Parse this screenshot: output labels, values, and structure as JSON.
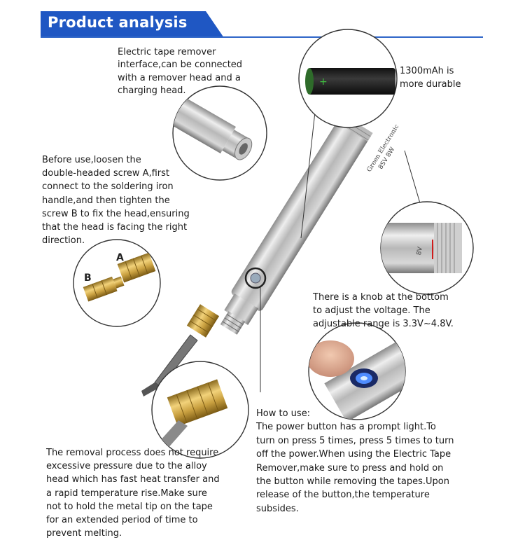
{
  "header": {
    "title": "Product analysis",
    "accent_color": "#1f57c3"
  },
  "annotations": {
    "interface_note": "Electric tape remover\ninterface,can be connected\nwith a remover head and a\ncharging head.",
    "battery_note": "1300mAh is\nmore durable",
    "before_use_note": "Before use,loosen the\ndouble-headed screw A,first\nconnect to the soldering iron\nhandle,and then tighten the\nscrew B to fix the head,ensuring\nthat the head is facing the right\ndirection.",
    "knob_note": "There is a knob at the bottom\nto adjust the voltage. The\nadjustable range is 3.3V~4.8V.",
    "how_to_use_note": "How to use:\nThe power button has a prompt light.To\nturn on press 5 times, press 5 times to turn\noff the power.When using the Electric Tape\nRemover,make sure to press and hold on\nthe button while removing the tapes.Upon\nrelease of the button,the temperature\nsubsides.",
    "removal_note": "The removal process does not require\nexcessive pressure due to the alloy\nhead which has fast heat transfer and\na rapid temperature rise.Make sure\nnot to hold the metal tip on the tape\nfor an extended period of time to\nprevent melting."
  },
  "labels": {
    "screw_a": "A",
    "screw_b": "B"
  },
  "product": {
    "brand": "Green Electronic",
    "model": "8SV 8W",
    "knob_marking": "8V"
  },
  "icons": [
    "battery-icon",
    "power-button-icon"
  ]
}
